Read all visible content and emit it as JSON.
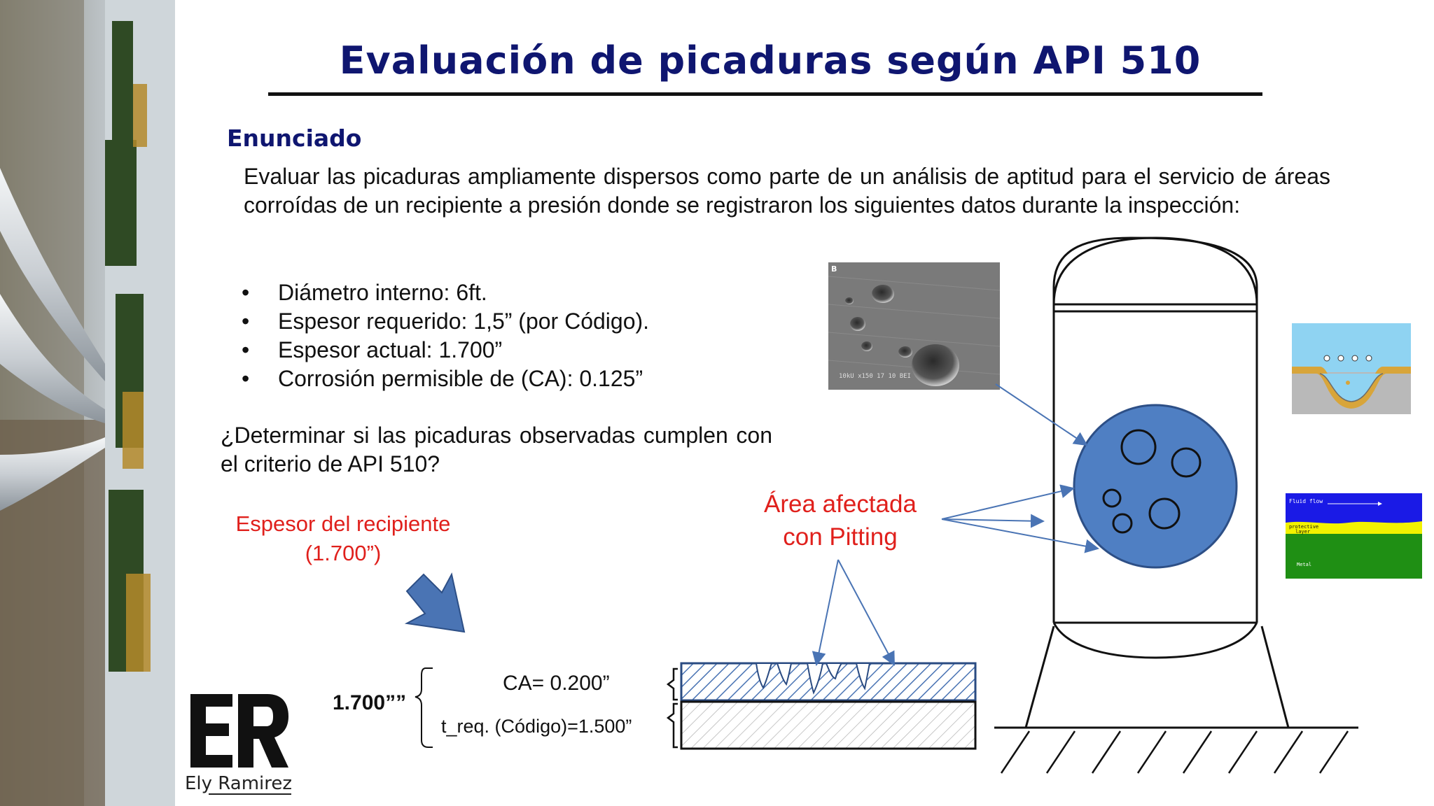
{
  "slide": {
    "title": "Evaluación de picaduras según API 510",
    "heading": "Enunciado",
    "paragraph": "Evaluar las picaduras ampliamente dispersos como parte de un análisis de aptitud para el servicio de áreas  corroídas de un recipiente a presión donde  se registraron los siguientes datos durante la inspección:",
    "bullets": [
      "Diámetro interno:  6ft.",
      "Espesor requerido: 1,5” (por Código).",
      "Espesor actual: 1.700”",
      "Corrosión permisible de (CA):  0.125”"
    ],
    "question": "¿Determinar si las picaduras observadas cumplen con el criterio de API 510?"
  },
  "diagram": {
    "thickness_label_line1": "Espesor del recipiente",
    "thickness_label_line2": "(1.700”)",
    "area_label_line1": "Área afectada",
    "area_label_line2": "con Pitting",
    "dimension_label": "1.700””",
    "ca_label": "CA= 0.200”",
    "treq_label": "t_req. (Código)=1.500”",
    "sem_caption": "10kU   x150   17 10 BEI",
    "sem_letter": "B",
    "flow_label": "Fluid flow",
    "protective_label_1": "protective",
    "protective_label_2": "layer",
    "metal_label": "Metal"
  },
  "brand": {
    "logo_letters": "ER",
    "name": "Ely Ramirez"
  },
  "colors": {
    "title_navy": "#0f1670",
    "accent_red": "#e0201c",
    "diagram_blue": "#4a74b4",
    "circle_fill": "#4f7fc3"
  }
}
